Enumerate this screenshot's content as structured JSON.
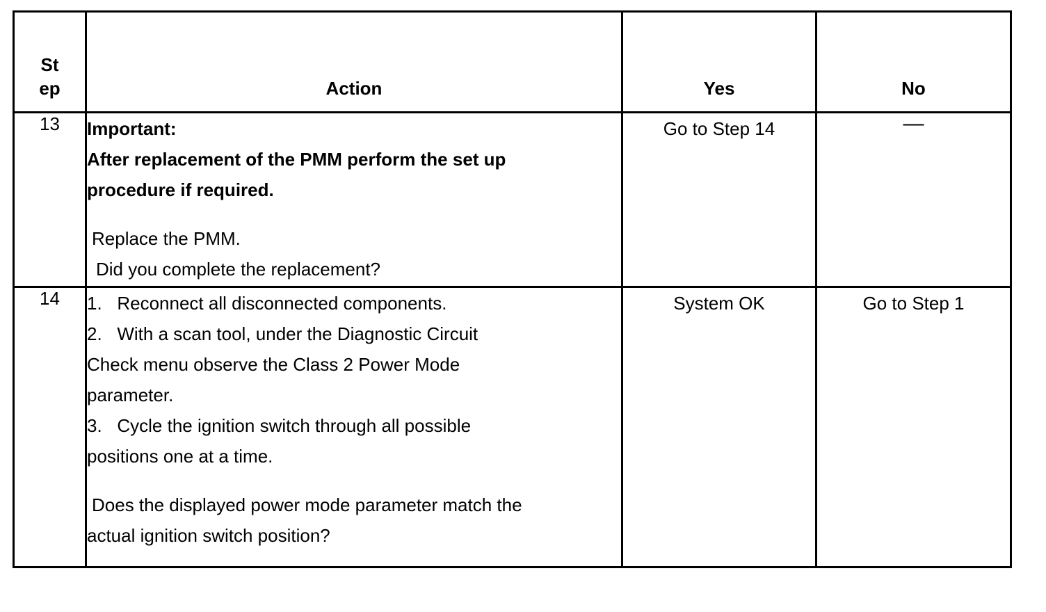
{
  "table": {
    "headers": {
      "step": "Step",
      "step_line1": "St",
      "step_line2": "ep",
      "action": "Action",
      "yes": "Yes",
      "no": "No"
    },
    "rows": [
      {
        "step": "13",
        "action": {
          "important_label": "Important:",
          "important_lines": [
            "After replacement of the PMM perform the set up",
            "procedure if required."
          ],
          "body_lines": [
            "Replace the PMM.",
            "Did you complete the replacement?"
          ]
        },
        "yes": "Go to Step 14",
        "no": "—"
      },
      {
        "step": "14",
        "action": {
          "steps": [
            {
              "number": "1.",
              "text": "Reconnect all disconnected components."
            },
            {
              "number": "2.",
              "text": "With a scan tool, under the Diagnostic Circuit"
            },
            {
              "number": "",
              "text": "Check menu observe the Class 2 Power Mode"
            },
            {
              "number": "",
              "text": "parameter."
            },
            {
              "number": "3.",
              "text": "Cycle the ignition switch through all possible"
            },
            {
              "number": "",
              "text": "positions one at a time."
            }
          ],
          "question_lines": [
            "Does the displayed power mode parameter match the",
            "actual ignition switch position?"
          ]
        },
        "yes": "System OK",
        "no": "Go to Step 1"
      }
    ]
  },
  "colors": {
    "border": "#000000",
    "text": "#000000",
    "background": "#ffffff"
  }
}
